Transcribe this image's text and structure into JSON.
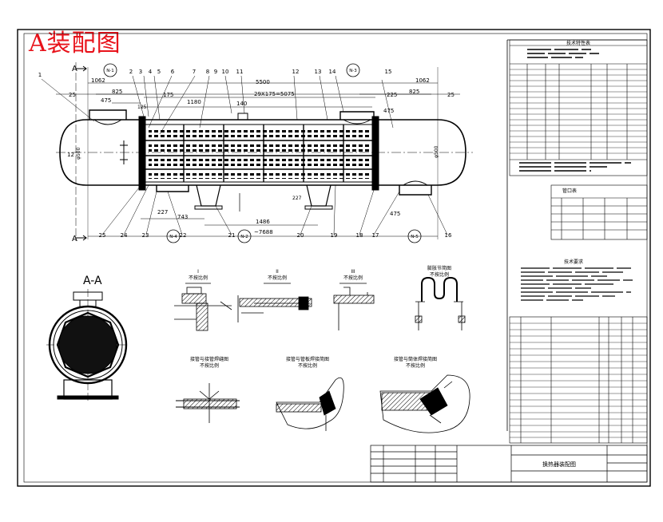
{
  "stamp": "A装配图",
  "main_view": {
    "section_marker": "A",
    "dims": {
      "d1062_left": "1062",
      "d1062_right": "1062",
      "d825_left": "825",
      "d825_right": "825",
      "d475_left": "475",
      "d475_right": "475",
      "d175": "175",
      "d125": "125",
      "d25_left": "25",
      "d25_right": "25",
      "d225": "225",
      "d1180": "1180",
      "d140": "140",
      "d5500": "5500",
      "d29x175": "29X175=5075",
      "d1486": "1486",
      "d7688": "~7688",
      "d743": "743",
      "d227": "227",
      "d25_bottom": "25",
      "d475_bottom": "475",
      "dia_left": "φ500",
      "dia_right": "φ500",
      "d12": "12"
    },
    "nozzles": {
      "n1": "N-1",
      "n2": "N-2",
      "n3": "N-3",
      "n4": "N-4",
      "n5": "N-5"
    },
    "part_numbers_top": [
      "1",
      "2",
      "3",
      "4",
      "5",
      "6",
      "7",
      "8",
      "9",
      "10",
      "11",
      "12",
      "13",
      "14",
      "15"
    ],
    "part_numbers_bottom": [
      "25",
      "24",
      "23",
      "22",
      "21",
      "20",
      "19",
      "18",
      "17",
      "16"
    ]
  },
  "section_view": {
    "label": "A-A"
  },
  "details": {
    "d1_num": "I",
    "d1_note": "不按比例",
    "d2_num": "II",
    "d2_note": "不按比例",
    "d3_num": "III",
    "d3_note": "不按比例",
    "d4_title": "膨胀节简图",
    "d4_note": "不按比例",
    "d5_title": "接管与接管焊缝图",
    "d5_note": "不按比例",
    "d6_title": "接管与管板焊接简图",
    "d6_note": "不按比例",
    "d7_title": "接管与筒体焊接简图",
    "d7_note": "不按比例"
  },
  "tables": {
    "spec_title": "技术特性表",
    "nozzle_title": "管口表",
    "tech_title": "技术要求",
    "drawing_title": "换热器装配图"
  }
}
